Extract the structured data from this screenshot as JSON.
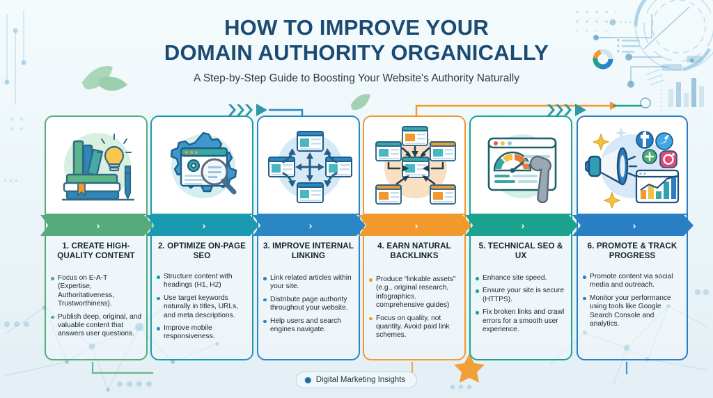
{
  "header": {
    "title_line1": "HOW TO IMPROVE YOUR",
    "title_line2": "DOMAIN AUTHORITY ORGANICALLY",
    "subtitle": "A Step-by-Step Guide to Boosting Your Website's Authority Naturally"
  },
  "theme": {
    "background": "#eaf4f8",
    "title_color": "#1b4a72",
    "subtitle_color": "#2b3a45",
    "card_background": "#ffffff"
  },
  "ribbon_glyph": "›",
  "steps": [
    {
      "number": "1",
      "title": "1. CREATE HIGH-QUALITY CONTENT",
      "color": "#55ab7c",
      "icon": "books-lightbulb-icon",
      "icon_label": "books and lightbulb",
      "bullets": [
        "Focus on E-A-T (Expertise, Authoritativeness, Trustworthiness).",
        "Publish deep, original, and valuable content that answers user questions."
      ]
    },
    {
      "number": "2",
      "title": "2. OPTIMIZE ON-PAGE SEO",
      "color": "#1a9ab0",
      "icon": "gear-browser-magnifier-icon",
      "icon_label": "gear with browser and magnifier",
      "bullets": [
        "Structure content with headings (H1, H2)",
        "Use target keywords naturally in titles, URLs, and meta descriptions.",
        "Improve mobile responsiveness."
      ]
    },
    {
      "number": "3",
      "title": "3. IMPROVE INTERNAL LINKING",
      "color": "#2b87c4",
      "icon": "internal-linking-icon",
      "icon_label": "four pages linked by arrows",
      "bullets": [
        "Link related articles within your site.",
        "Distribute page authority throughout your website.",
        "Help users and search engines navigate."
      ]
    },
    {
      "number": "4",
      "title": "4. EARN NATURAL BACKLINKS",
      "color": "#f2992e",
      "icon": "backlinks-icon",
      "icon_label": "pages pointing to a central page",
      "bullets": [
        "Produce “linkable assets” (e.g., original research, infographics. comprehensive guides)",
        "Focus on quality, not quantity. Avoid paid link schemes."
      ]
    },
    {
      "number": "5",
      "title": "5. TECHNICAL SEO & UX",
      "color": "#1ba38f",
      "icon": "speed-gauge-wrench-icon",
      "icon_label": "browser speed gauge with wrench",
      "bullets": [
        "Enhance site speed.",
        "Ensure your site is secure (HTTPS).",
        "Fix broken links and crawl errors for a smooth user experience."
      ]
    },
    {
      "number": "6",
      "title": "6. PROMOTE & TRACK PROGRESS",
      "color": "#2a7fc4",
      "icon": "megaphone-social-analytics-icon",
      "icon_label": "megaphone with social icons and chart",
      "bullets": [
        "Promote content via social media and outreach.",
        "Monitor your performance using tools like Google Search Console and analytics."
      ]
    }
  ],
  "footer": {
    "label": "Digital Marketing Insights"
  }
}
